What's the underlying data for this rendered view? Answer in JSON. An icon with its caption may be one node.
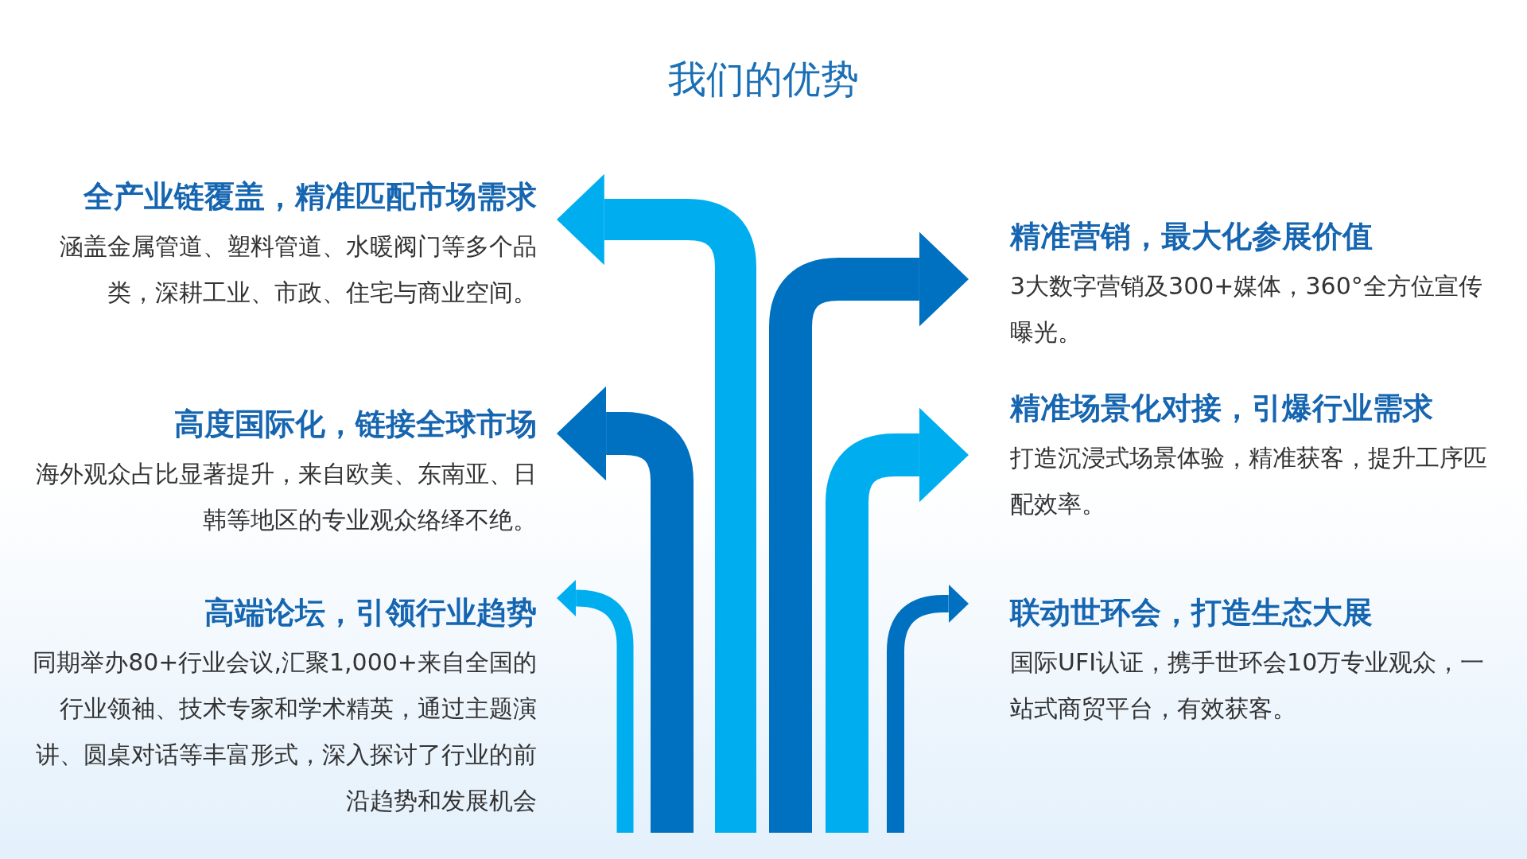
{
  "diagram": {
    "title": "我们的优势",
    "nodes": [
      {
        "text": [
          "全产业链覆盖，精准匹配市场需求",
          "涵盖金属管道、塑料管道、水暖阀门等多个品类，深耕工业、市政、住宅与商业空间。"
        ]
      },
      {
        "text": [
          "精准营销，最大化参展价值",
          "3大数字营销及300+媒体，360°全方位宣传曝光。"
        ]
      },
      {
        "text": [
          "高度国际化，链接全球市场",
          "海外观众占比显著提升，来自欧美、东南亚、日韩等地区的专业观众络绎不绝。"
        ]
      },
      {
        "text": [
          "精准场景化对接，引爆行业需求",
          "打造沉浸式场景体验，精准获客，提升工序匹配效率。"
        ]
      },
      {
        "text": [
          "高端论坛，引领行业趋势",
          "同期举办80+行业会议,汇聚1,000+来自全国的行业领袖、技术专家和学术精英，通过主题演讲、圆桌对话等丰富形式，深入探讨了行业的前沿趋势和发展机会"
        ]
      },
      {
        "text": [
          "联动世环会，打造生态大展",
          "国际UFI认证，携手世环会10万专业观众，一站式商贸平台，有效获客。"
        ]
      }
    ],
    "edges": [
      {
        "from": null,
        "to": 0,
        "arrow": "to",
        "color": "#00aeef"
      },
      {
        "from": null,
        "to": 2,
        "arrow": "to",
        "color": "#0070c0"
      },
      {
        "from": null,
        "to": 4,
        "arrow": "to",
        "color": "#00aeef"
      },
      {
        "from": null,
        "to": 1,
        "arrow": "to",
        "color": "#0070c0"
      },
      {
        "from": null,
        "to": 3,
        "arrow": "to",
        "color": "#00aeef"
      },
      {
        "from": null,
        "to": 5,
        "arrow": "to",
        "color": "#0070c0"
      }
    ]
  }
}
